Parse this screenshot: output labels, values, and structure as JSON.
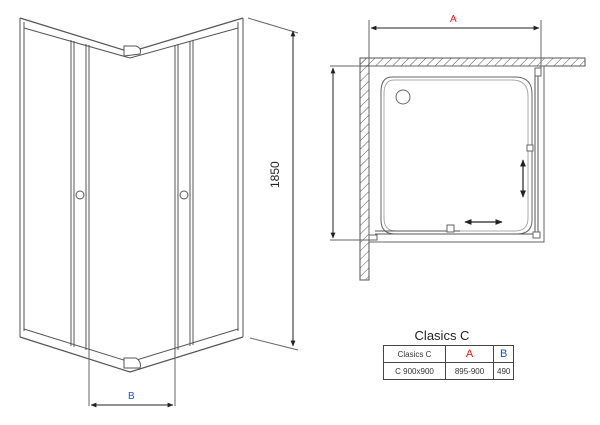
{
  "drawing": {
    "height_dimension": "1850",
    "label_a": "A",
    "label_b": "B",
    "colors": {
      "label_a": "#e02020",
      "label_b": "#1a56c4",
      "line": "#444444"
    }
  },
  "spec_table": {
    "title": "Clasics C",
    "headers": [
      "Clasics C",
      "A",
      "B"
    ],
    "rows": [
      [
        "C 900x900",
        "895-900",
        "490"
      ]
    ]
  }
}
